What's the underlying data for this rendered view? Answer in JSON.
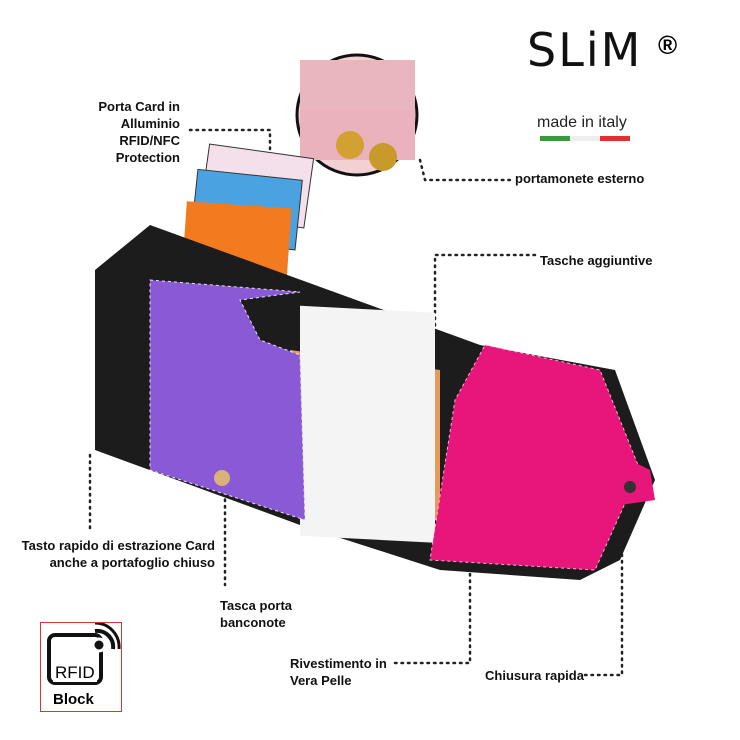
{
  "brand": {
    "logo": "SLiM",
    "registered": "®",
    "made_in": "made in italy",
    "flag_colors": [
      "#3a9a3a",
      "#ffffff",
      "#e03030"
    ]
  },
  "labels": {
    "card_holder": [
      "Porta Card in",
      "Alluminio",
      "RFID/NFC",
      "Protection"
    ],
    "coin_purse": "portamonete esterno",
    "extra_pockets": "Tasche aggiuntive",
    "quick_button": [
      "Tasto rapido di estrazione Card",
      "anche a portafoglio chiuso"
    ],
    "banknote_pocket": [
      "Tasca porta",
      "banconote"
    ],
    "leather": [
      "Rivestimento in",
      "Vera Pelle"
    ],
    "closure": "Chiusura rapida"
  },
  "rfid_badge": {
    "text": "RFID",
    "subtext": "Block",
    "border_color": "#dd3333"
  },
  "colors": {
    "purple": "#8a5ad6",
    "pink": "#e8157a",
    "body": "#1c1c1c"
  }
}
